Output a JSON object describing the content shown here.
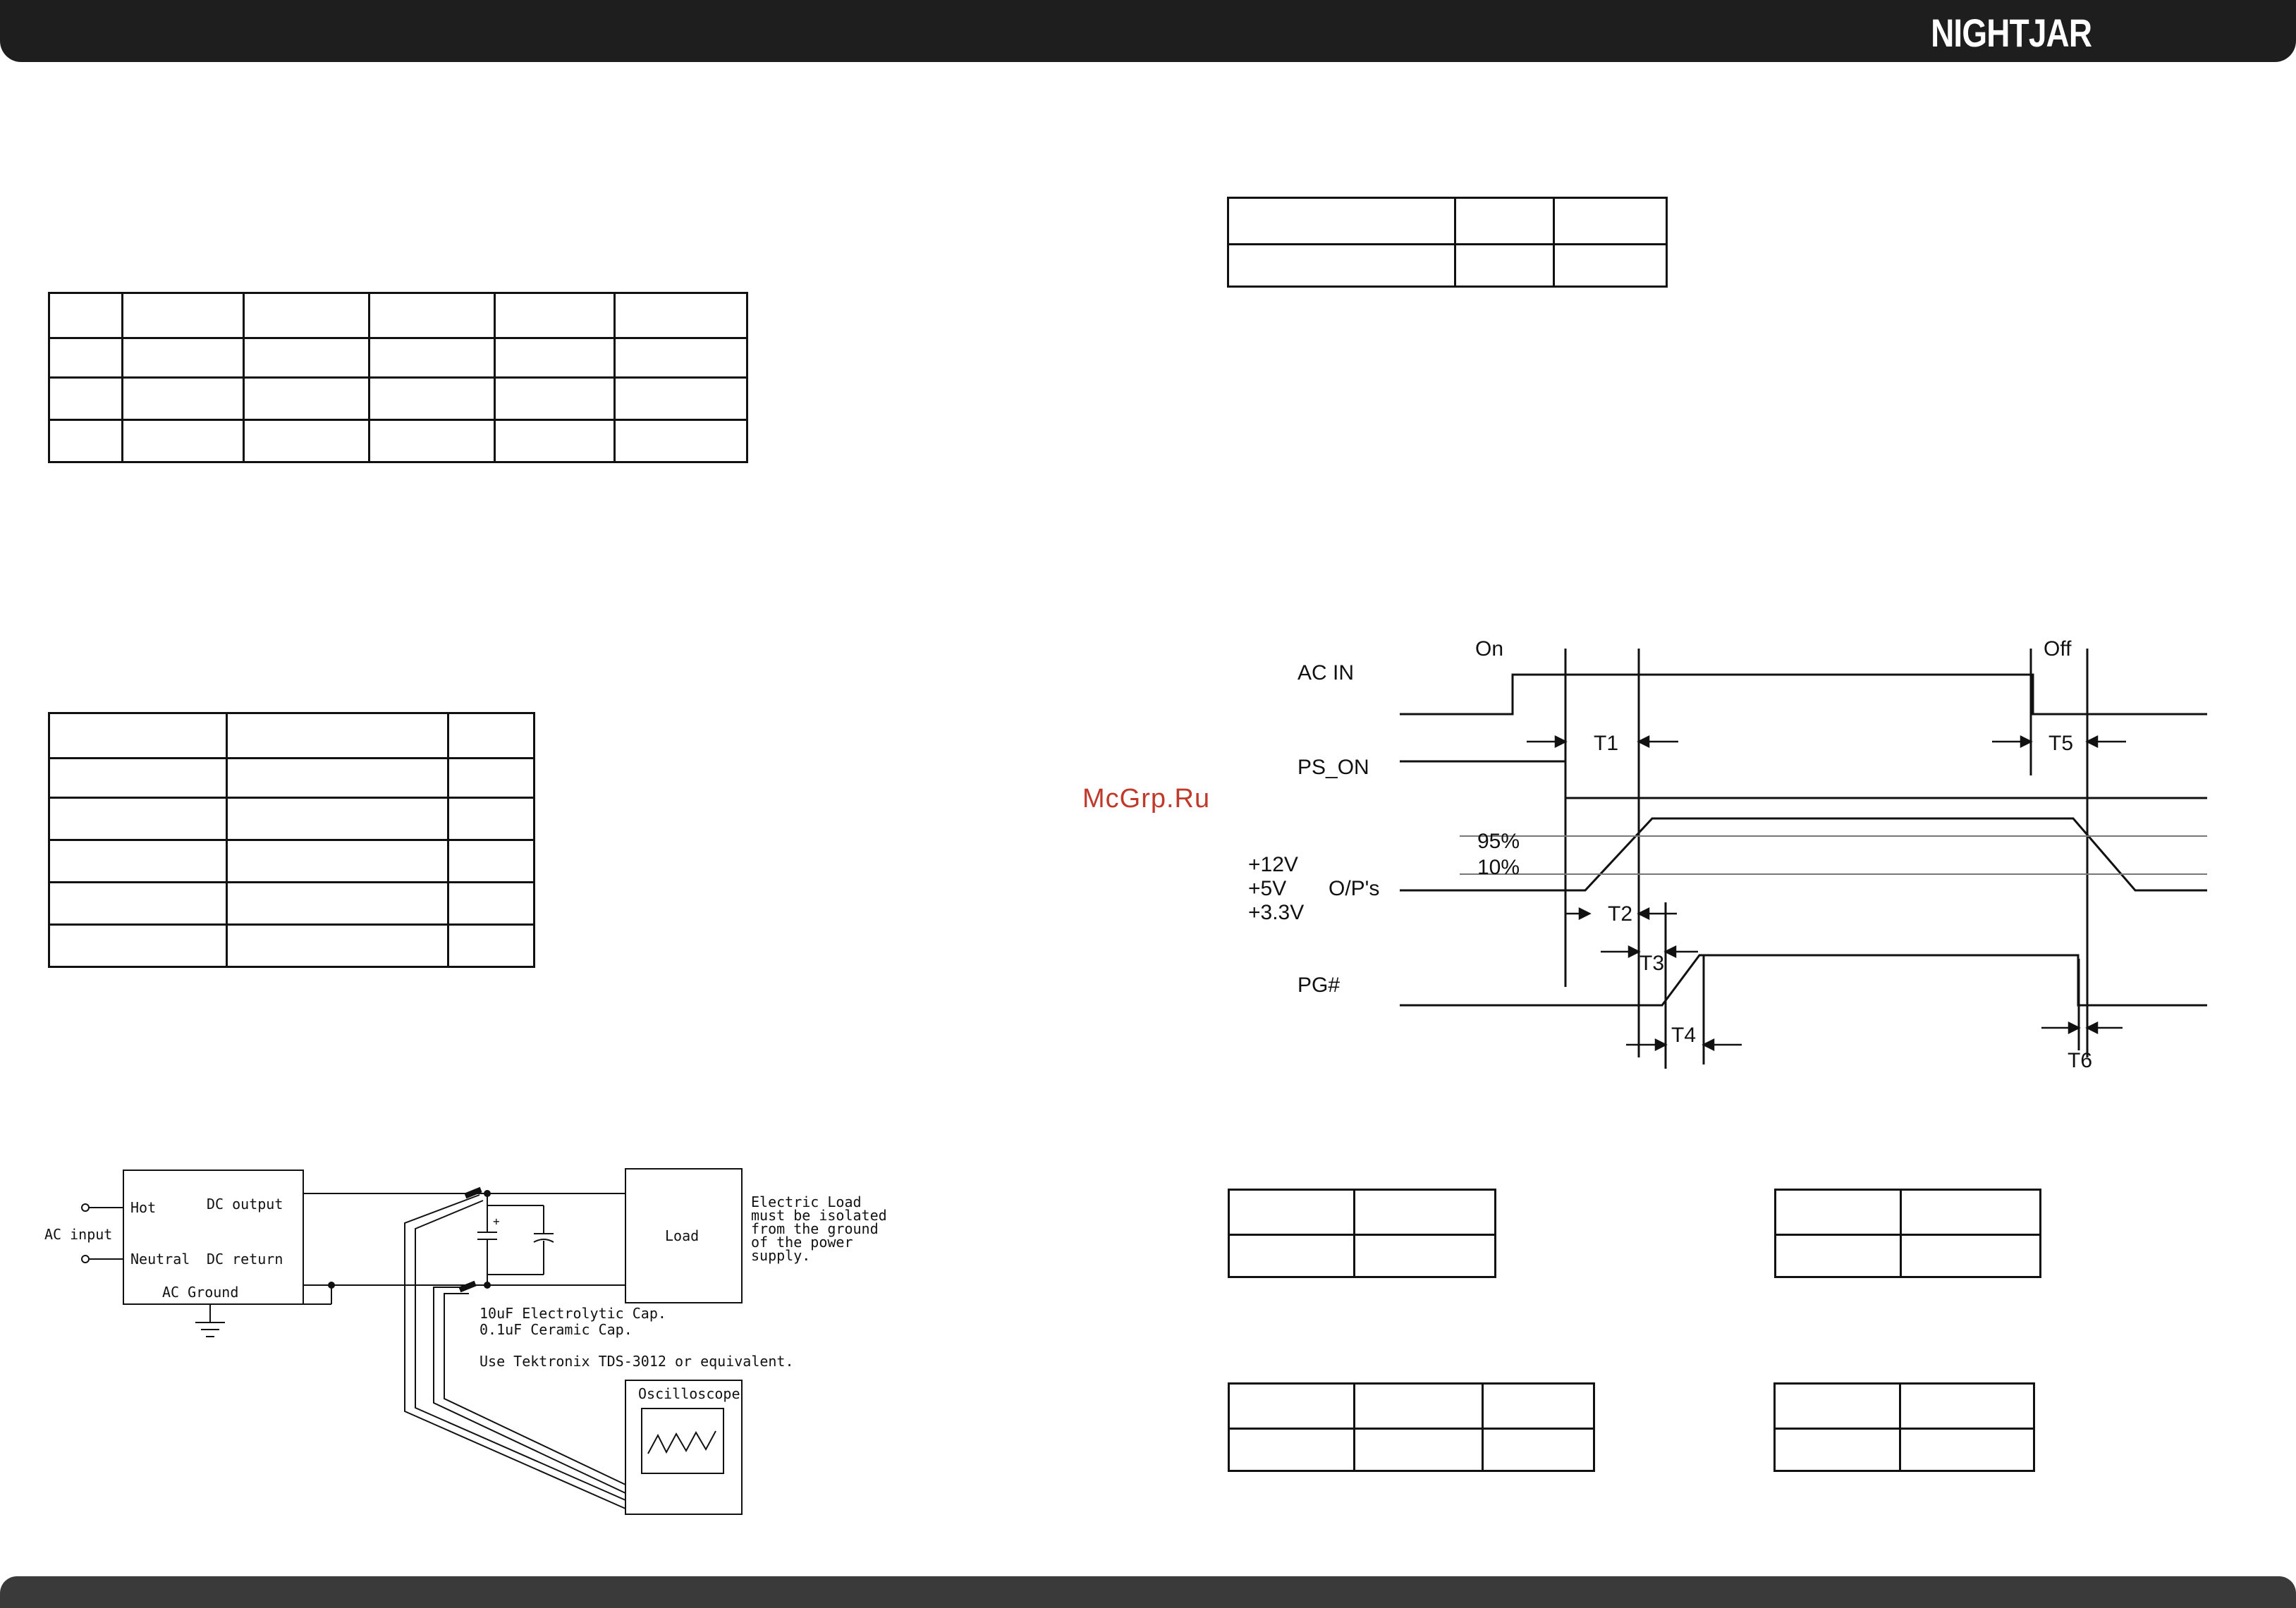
{
  "header": {
    "brand": "NIGHTJAR"
  },
  "watermark": "McGrp.Ru",
  "timing_diagram": {
    "signals": {
      "ac_in": "AC IN",
      "ps_on": "PS_ON",
      "v12": "+12V",
      "v5": "+5V",
      "v33": "+3.3V",
      "ops": "O/P's",
      "pg": "PG#"
    },
    "events": {
      "on": "On",
      "off": "Off"
    },
    "levels": {
      "p95": "95%",
      "p10": "10%"
    },
    "intervals": {
      "t1": "T1",
      "t2": "T2",
      "t3": "T3",
      "t4": "T4",
      "t5": "T5",
      "t6": "T6"
    }
  },
  "test_circuit": {
    "ac_input": "AC input",
    "hot": "Hot",
    "neutral": "Neutral",
    "dc_output": "DC output",
    "dc_return": "DC return",
    "ac_ground": "AC Ground",
    "load": "Load",
    "load_note": [
      "Electric Load",
      "must be isolated",
      "from the ground",
      "of the power",
      "supply."
    ],
    "cap_note_1": "10uF Electrolytic Cap.",
    "cap_note_2": "0.1uF Ceramic Cap.",
    "scope_note": "Use Tektronix TDS-3012 or equivalent.",
    "oscilloscope": "Oscilloscope"
  }
}
